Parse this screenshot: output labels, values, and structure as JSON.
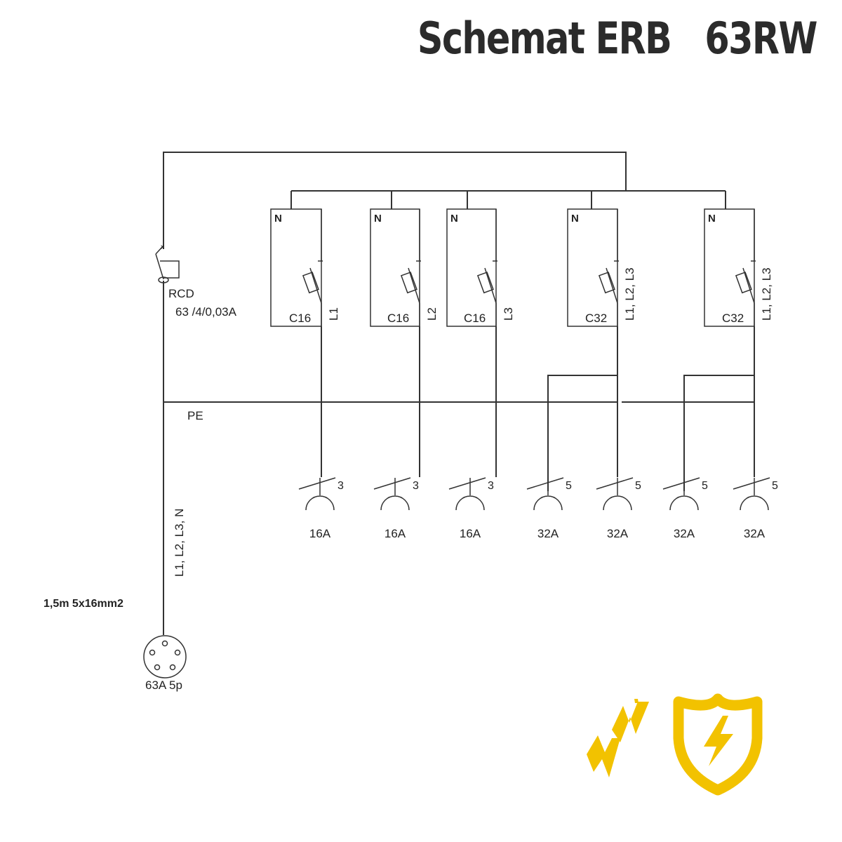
{
  "title": "Schemat ERB   63RW",
  "rcd": {
    "label": "RCD",
    "rating": "63 /4/0,03A"
  },
  "pe_label": "PE",
  "feed_phases": "L1, L2, L3, N",
  "cable": "1,5m 5x16mm2",
  "inlet": "63A 5p",
  "breakers": [
    {
      "n": "N",
      "rating": "C16",
      "phase": "L1"
    },
    {
      "n": "N",
      "rating": "C16",
      "phase": "L2"
    },
    {
      "n": "N",
      "rating": "C16",
      "phase": "L3"
    },
    {
      "n": "N",
      "rating": "C32",
      "phase": "L1, L2, L3"
    },
    {
      "n": "N",
      "rating": "C32",
      "phase": "L1, L2, L3"
    }
  ],
  "sockets": [
    {
      "poles": "3",
      "rating": "16A"
    },
    {
      "poles": "3",
      "rating": "16A"
    },
    {
      "poles": "3",
      "rating": "16A"
    },
    {
      "poles": "5",
      "rating": "32A"
    },
    {
      "poles": "5",
      "rating": "32A"
    },
    {
      "poles": "5",
      "rating": "32A"
    },
    {
      "poles": "5",
      "rating": "32A"
    }
  ],
  "colors": {
    "accent": "#F2C200",
    "line": "#333333"
  },
  "icons": [
    "lightning-bolts-icon",
    "shield-lightning-icon"
  ]
}
